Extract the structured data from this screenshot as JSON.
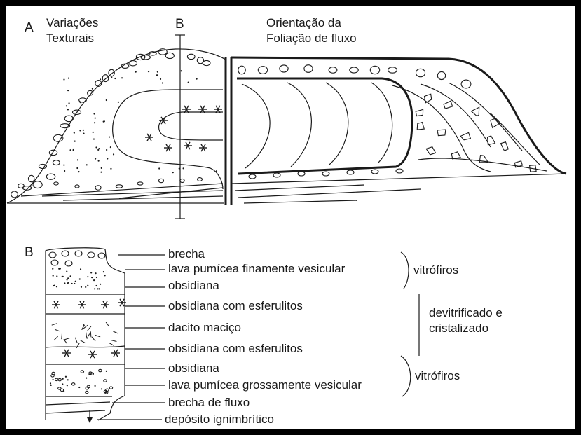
{
  "panel_a": {
    "letter": "A",
    "left_title_line1": "Variações",
    "left_title_line2": "Texturais",
    "section_letter": "B",
    "right_title_line1": "Orientação da",
    "right_title_line2": "Foliação de fluxo"
  },
  "panel_b": {
    "letter": "B",
    "layers": [
      {
        "label": "brecha"
      },
      {
        "label": "lava pumícea finamente vesicular"
      },
      {
        "label": "obsidiana"
      },
      {
        "label": "obsidiana com esferulitos"
      },
      {
        "label": "dacito maciço"
      },
      {
        "label": "obsidiana com esferulitos"
      },
      {
        "label": "obsidiana"
      },
      {
        "label": "lava pumícea grossamente vesicular"
      },
      {
        "label": "brecha de fluxo"
      },
      {
        "label": "depósito ignimbrítico"
      }
    ],
    "groups": {
      "vitrofiros_top": "vitrófiros",
      "devitrificado_line1": "devitrificado e",
      "devitrificado_line2": "cristalizado",
      "vitrofiros_bottom": "vitrófiros"
    }
  }
}
